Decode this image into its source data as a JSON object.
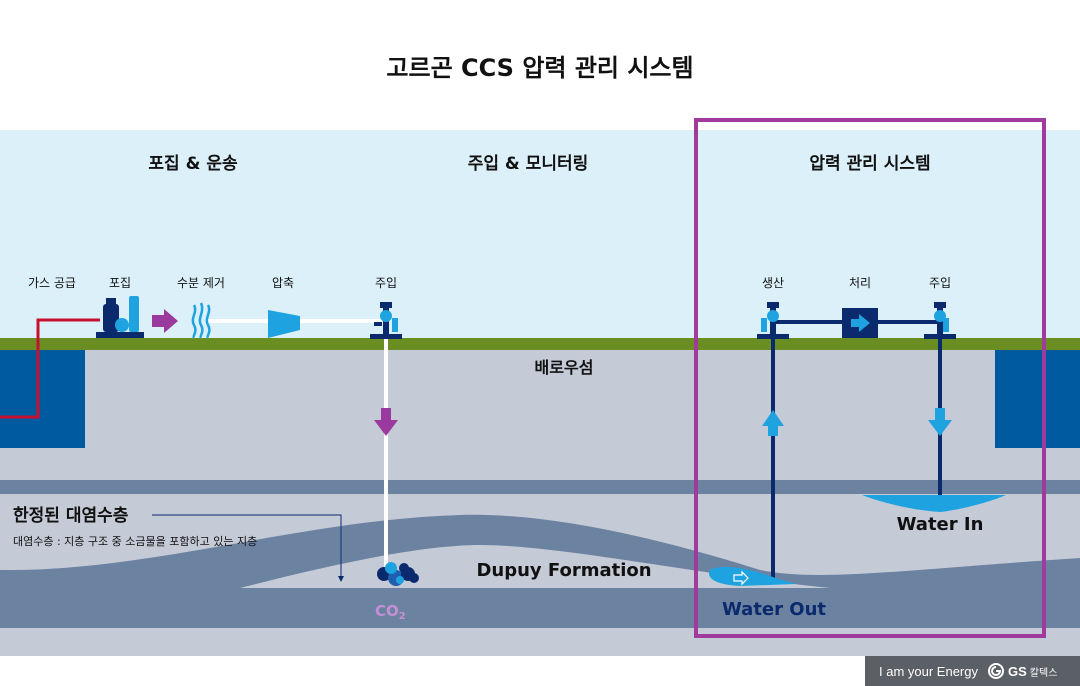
{
  "title": "고르곤 CCS 압력 관리 시스템",
  "sections": {
    "capture": "포집 & 운송",
    "injection": "주입 & 모니터링",
    "pressure": "압력 관리 시스템"
  },
  "labels": {
    "gas_supply": "가스 공급",
    "capture": "포집",
    "dehydration": "수분 제거",
    "compression": "압축",
    "inject_left": "주입",
    "production": "생산",
    "treatment": "처리",
    "inject_right": "주입",
    "cap_rock": "배로우섬",
    "aquifer_title": "한정된 대염수층",
    "aquifer_desc": "대염수층 : 지층 구조 중 소금물을 포함하고 있는 지층",
    "formation": "Dupuy Formation",
    "co2": "CO",
    "co2_sub": "2",
    "water_in": "Water In",
    "water_out": "Water Out"
  },
  "footer": {
    "slogan": "I am your Energy",
    "brand": "GS",
    "brand_ko": "칼텍스"
  },
  "colors": {
    "sky": "#dcf0f9",
    "ground": "#6b8e23",
    "rock": "#c4cad6",
    "formation": "#6b82a0",
    "navy": "#0b2a6e",
    "blue": "#005aa0",
    "cyan": "#1fa3e0",
    "purple": "#9b3a9e",
    "red": "#c8102e",
    "frame": "#a03a9c"
  }
}
